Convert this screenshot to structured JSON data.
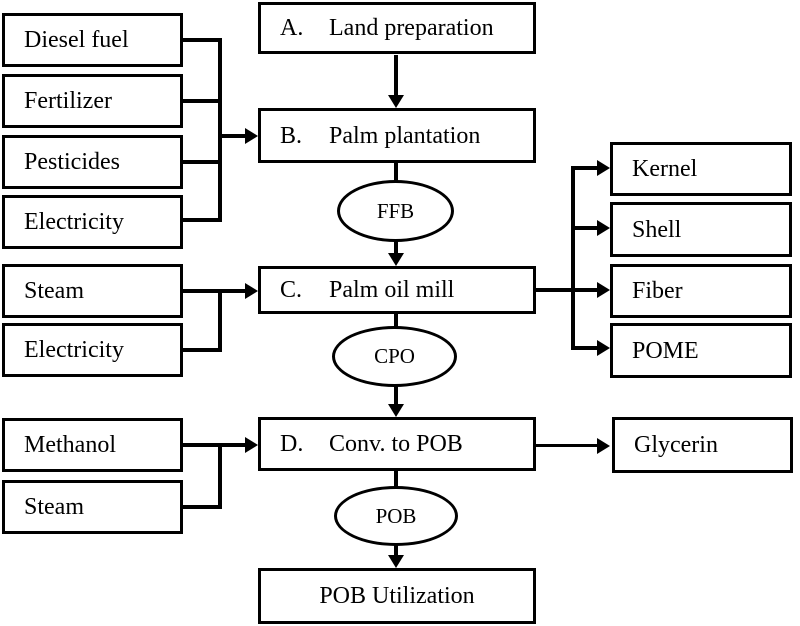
{
  "nodes": {
    "diesel_fuel": {
      "label": "Diesel fuel"
    },
    "fertilizer": {
      "label": "Fertilizer"
    },
    "pesticides": {
      "label": "Pesticides"
    },
    "electricity_plantation": {
      "label": "Electricity"
    },
    "steam_mill": {
      "label": "Steam"
    },
    "electricity_mill": {
      "label": "Electricity"
    },
    "methanol": {
      "label": "Methanol"
    },
    "steam_conversion": {
      "label": "Steam"
    },
    "land_preparation": {
      "prefix": "A.",
      "label": "Land preparation"
    },
    "palm_plantation": {
      "prefix": "B.",
      "label": "Palm plantation"
    },
    "palm_oil_mill": {
      "prefix": "C.",
      "label": "Palm oil mill"
    },
    "conv_to_pob": {
      "prefix": "D.",
      "label": "Conv. to POB"
    },
    "pob_utilization": {
      "label": "POB Utilization"
    },
    "kernel": {
      "label": "Kernel"
    },
    "shell": {
      "label": "Shell"
    },
    "fiber": {
      "label": "Fiber"
    },
    "pome": {
      "label": "POME"
    },
    "glycerin": {
      "label": "Glycerin"
    }
  },
  "flow_labels": {
    "ffb": {
      "label": "FFB"
    },
    "cpo": {
      "label": "CPO"
    },
    "pob": {
      "label": "POB"
    }
  },
  "colors": {
    "line": "#000000",
    "fill": "#ffffff",
    "text": "#000000"
  }
}
